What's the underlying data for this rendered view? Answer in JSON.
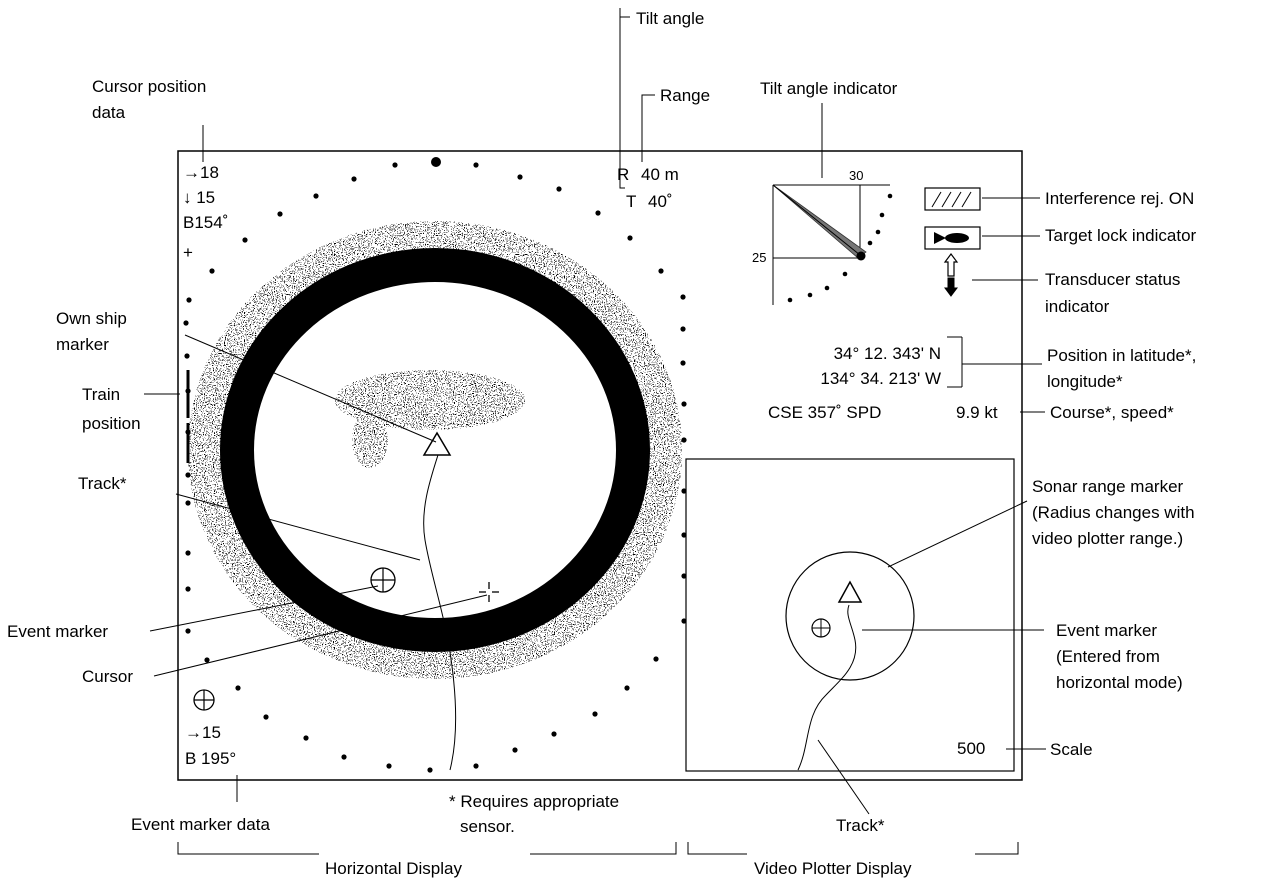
{
  "labels": {
    "cursor_position_line1": "Cursor position",
    "cursor_position_line2": "data",
    "tilt_angle": "Tilt angle",
    "range": "Range",
    "tilt_angle_indicator": "Tilt angle indicator",
    "interference_rej": "Interference rej. ON",
    "target_lock": "Target lock indicator",
    "transducer_status_line1": "Transducer status",
    "transducer_status_line2": "indicator",
    "position_line1": "Position in latitude*,",
    "position_line2": "longitude*",
    "course_speed": "Course*, speed*",
    "own_ship_line1": "Own ship",
    "own_ship_line2": "marker",
    "train_position_line1": "Train",
    "train_position_line2": "position",
    "track_left": "Track*",
    "event_marker_left": "Event marker",
    "cursor": "Cursor",
    "sonar_range_line1": "Sonar range marker",
    "sonar_range_line2": "(Radius changes with",
    "sonar_range_line3": "video plotter range.)",
    "event_marker_right_line1": "Event marker",
    "event_marker_right_line2": "(Entered from",
    "event_marker_right_line3": "horizontal mode)",
    "scale": "Scale",
    "event_marker_data": "Event marker data",
    "requires_line1": "* Requires appropriate",
    "requires_line2": "sensor.",
    "track_bottom": "Track*",
    "horizontal_display": "Horizontal Display",
    "video_plotter_display": "Video Plotter Display"
  },
  "screen": {
    "cursor_x": "→18",
    "cursor_y": "↓ 15",
    "cursor_bearing": "B154˚",
    "plus": "+",
    "range_letter": "R",
    "range_value": "40 m",
    "tilt_letter": "T",
    "tilt_value": "40˚",
    "tilt_tick_top": "30",
    "tilt_tick_left": "25",
    "latitude": "34° 12. 343' N",
    "longitude": "134° 34. 213' W",
    "course_speed": "CSE 357˚  SPD",
    "speed_value": "9.9 kt",
    "event_range": "→15",
    "event_bearing": "B 195°",
    "scale_value": "500"
  }
}
